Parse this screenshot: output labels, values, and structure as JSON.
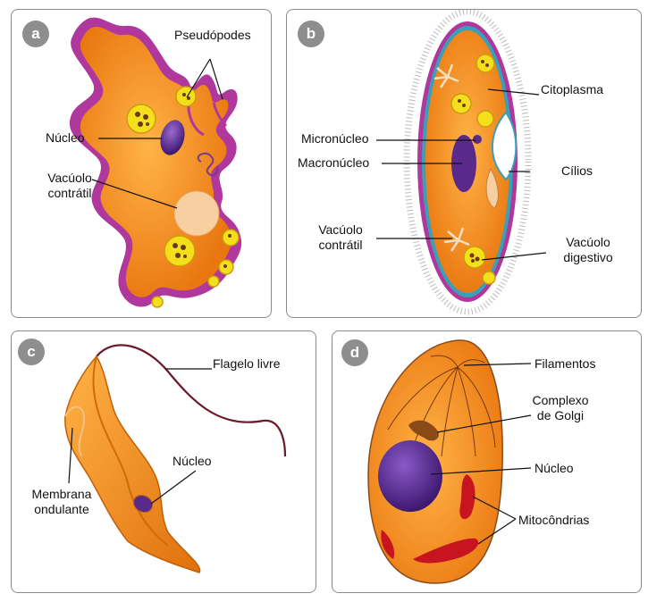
{
  "panels": {
    "a": {
      "badge": "a",
      "labels": {
        "pseudopodes": "Pseudópodes",
        "nucleo": "Núcleo",
        "vacuolo_l1": "Vacúolo",
        "vacuolo_l2": "contrátil"
      }
    },
    "b": {
      "badge": "b",
      "labels": {
        "citoplasma": "Citoplasma",
        "micronucleo": "Micronúcleo",
        "macronucleo": "Macronúcleo",
        "cilios": "Cílios",
        "vac_contratil_l1": "Vacúolo",
        "vac_contratil_l2": "contrátil",
        "vac_digestivo_l1": "Vacúolo",
        "vac_digestivo_l2": "digestivo"
      }
    },
    "c": {
      "badge": "c",
      "labels": {
        "flagelo": "Flagelo livre",
        "nucleo": "Núcleo",
        "membrana_l1": "Membrana",
        "membrana_l2": "ondulante"
      }
    },
    "d": {
      "badge": "d",
      "labels": {
        "filamentos": "Filamentos",
        "golgi_l1": "Complexo",
        "golgi_l2": "de Golgi",
        "nucleo": "Núcleo",
        "mitocondrias": "Mitocôndrias"
      }
    }
  },
  "colors": {
    "cytoplasm": "#f08a1a",
    "membrane_pink": "#b0379b",
    "nucleus": "#5a2a8a",
    "vacuole": "#f7cfa0",
    "food": "#f3e01a",
    "mitochondria": "#c8141e",
    "golgi": "#8a4a18",
    "badge": "#8e8e8e"
  }
}
